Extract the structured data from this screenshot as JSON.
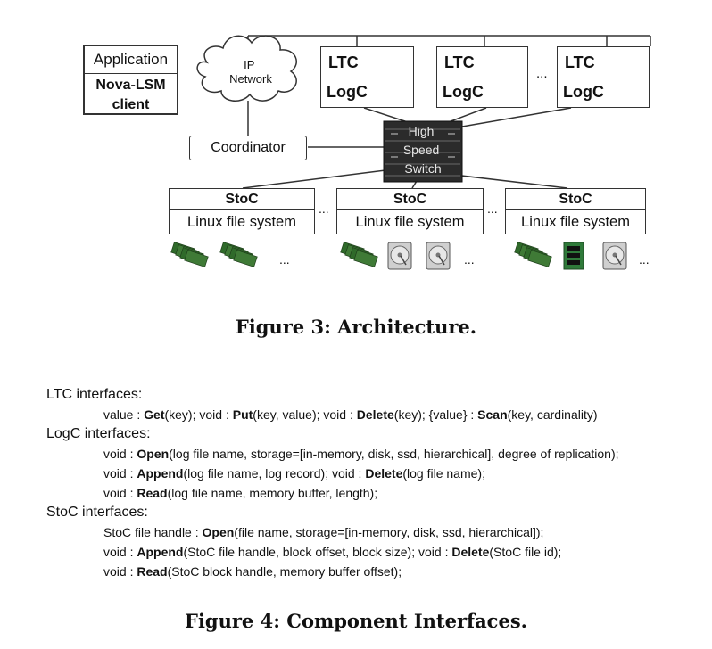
{
  "diagram": {
    "application": "Application",
    "client": "Nova-LSM client",
    "network": "IP Network",
    "coordinator": "Coordinator",
    "switch_lines": [
      "High",
      "Speed",
      "Switch"
    ],
    "ltc_label": "LTC",
    "logc_label": "LogC",
    "stoc_label": "StoC",
    "fs_label": "Linux file system",
    "ellipsis": "...",
    "triangle_colors": [
      "#b30000",
      "#3a8a2a",
      "#2a6fd6"
    ]
  },
  "captions": {
    "fig3": "Figure 3: Architecture.",
    "fig4": "Figure 4: Component Interfaces."
  },
  "interfaces": [
    {
      "title": "LTC interfaces:",
      "lines": [
        [
          [
            "value : ",
            0
          ],
          [
            "Get",
            1
          ],
          [
            "(key); void : ",
            0
          ],
          [
            "Put",
            1
          ],
          [
            "(key, value); void : ",
            0
          ],
          [
            "Delete",
            1
          ],
          [
            "(key); {value} : ",
            0
          ],
          [
            "Scan",
            1
          ],
          [
            "(key, cardinality)",
            0
          ]
        ]
      ]
    },
    {
      "title": "LogC interfaces:",
      "lines": [
        [
          [
            "void : ",
            0
          ],
          [
            "Open",
            1
          ],
          [
            "(log file name, storage=[in-memory, disk, ssd, hierarchical], degree of replication);",
            0
          ]
        ],
        [
          [
            "void : ",
            0
          ],
          [
            "Append",
            1
          ],
          [
            "(log file name, log record); void : ",
            0
          ],
          [
            "Delete",
            1
          ],
          [
            "(log file name);",
            0
          ]
        ],
        [
          [
            "void : ",
            0
          ],
          [
            "Read",
            1
          ],
          [
            "(log file name,  memory buffer, length);",
            0
          ]
        ]
      ]
    },
    {
      "title": "StoC interfaces:",
      "lines": [
        [
          [
            "StoC file handle : ",
            0
          ],
          [
            "Open",
            1
          ],
          [
            "(file name, storage=[in-memory, disk, ssd, hierarchical]);",
            0
          ]
        ],
        [
          [
            "void : ",
            0
          ],
          [
            "Append",
            1
          ],
          [
            "(StoC file handle, block offset, block size); void : ",
            0
          ],
          [
            "Delete",
            1
          ],
          [
            "(StoC file id);",
            0
          ]
        ],
        [
          [
            "void : ",
            0
          ],
          [
            "Read",
            1
          ],
          [
            "(StoC block handle, memory buffer offset);",
            0
          ]
        ]
      ]
    }
  ]
}
